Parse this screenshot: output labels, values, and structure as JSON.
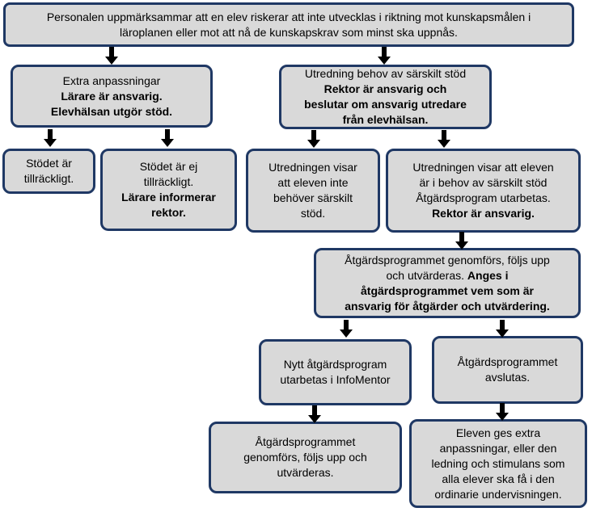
{
  "flowchart": {
    "root": {
      "line1": "Personalen uppmärksammar att en elev riskerar att inte utvecklas i riktning mot kunskapsmålen i",
      "line2": "läroplanen eller mot att nå de kunskapskrav som minst ska uppnås."
    },
    "extra": {
      "line1": "Extra anpassningar",
      "b1": "Lärare är ansvarig.",
      "b2": "Elevhälsan utgör stöd."
    },
    "utredning": {
      "line1": "Utredning behov av särskilt stöd",
      "b1": "Rektor är ansvarig och",
      "b2": "beslutar om ansvarig utredare",
      "b3": "från elevhälsan."
    },
    "tillrackligt": {
      "line1": "Stödet är",
      "line2": "tillräckligt."
    },
    "ej_tillrackligt": {
      "line1": "Stödet är ej",
      "line2": "tillräckligt.",
      "b1": "Lärare informerar",
      "b2": "rektor."
    },
    "inte_behov": {
      "line1": "Utredningen visar",
      "line2": "att eleven inte",
      "line3": "behöver särskilt",
      "line4": "stöd."
    },
    "behov": {
      "line1": "Utredningen visar att eleven",
      "line2": "är i behov av särskilt stöd",
      "line3": "Åtgärdsprogram utarbetas.",
      "b1": "Rektor är ansvarig."
    },
    "genomfors": {
      "line1": "Åtgärdsprogrammet genomförs, följs upp",
      "line2": "och utvärderas.",
      "b1": "Anges i",
      "b2": "åtgärdsprogrammet vem som är",
      "b3": "ansvarig för åtgärder och utvärdering."
    },
    "nytt": {
      "line1": "Nytt åtgärdsprogram",
      "line2": "utarbetas i InfoMentor"
    },
    "avslutas": {
      "line1": "Åtgärdsprogrammet",
      "line2": "avslutas."
    },
    "genomfors2": {
      "line1": "Åtgärdsprogrammet",
      "line2": "genomförs, följs upp och",
      "line3": "utvärderas."
    },
    "extra2": {
      "line1": "Eleven ges extra",
      "line2": "anpassningar, eller den",
      "line3": "ledning och stimulans som",
      "line4": "alla elever ska få i den",
      "line5": "ordinarie undervisningen."
    },
    "colors": {
      "box_fill": "#d9d9d9",
      "box_border": "#1f3864",
      "arrow": "#000000"
    }
  }
}
